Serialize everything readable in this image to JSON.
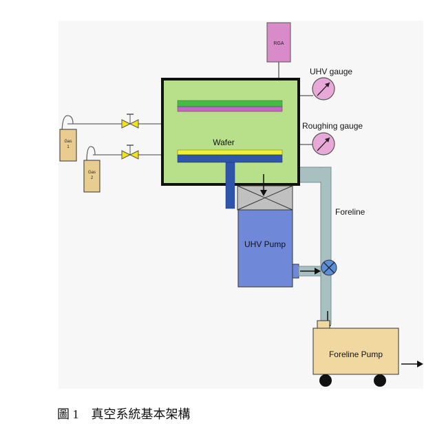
{
  "labels": {
    "rga": "RGA",
    "uhv_gauge": "UHV gauge",
    "roughing_gauge": "Roughing gauge",
    "wafer": "Wafer",
    "gas1_line1": "Gas",
    "gas1_line2": "1",
    "gas2_line1": "Gas",
    "gas2_line2": "2",
    "foreline": "Foreline",
    "uhv_pump": "UHV Pump",
    "foreline_pump": "Foreline Pump"
  },
  "caption": "圖 1　真空系統基本架構",
  "colors": {
    "chamber_fill": "#b8e08a",
    "rga_fill": "#d98ac8",
    "gauge_fill": "#e8a8d8",
    "gas_fill": "#e8cc90",
    "valve_fill": "#f2e21a",
    "pipe_fill": "#a8c0c0",
    "uhv_pump_fill": "#7088d8",
    "foreline_pump_fill": "#f0d8a0",
    "electrode_green": "#44bb44",
    "electrode_pink": "#c466c4",
    "wafer_yellow": "#f0f033",
    "chuck_blue": "#2f55aa"
  }
}
